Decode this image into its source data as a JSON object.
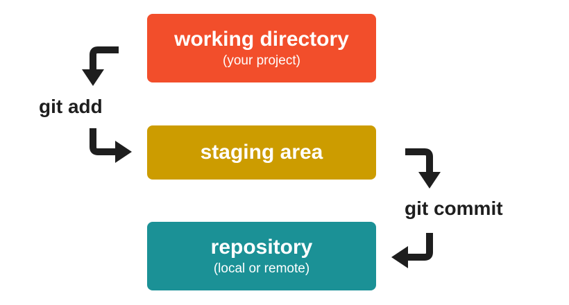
{
  "boxes": {
    "working": {
      "title": "working directory",
      "subtitle": "(your project)",
      "color": "#f24e2b"
    },
    "staging": {
      "title": "staging area",
      "color": "#cc9c00"
    },
    "repository": {
      "title": "repository",
      "subtitle": "(local or remote)",
      "color": "#1b9196"
    }
  },
  "commands": {
    "add": "git add",
    "commit": "git commit"
  },
  "arrow_color": "#1e1e1e"
}
